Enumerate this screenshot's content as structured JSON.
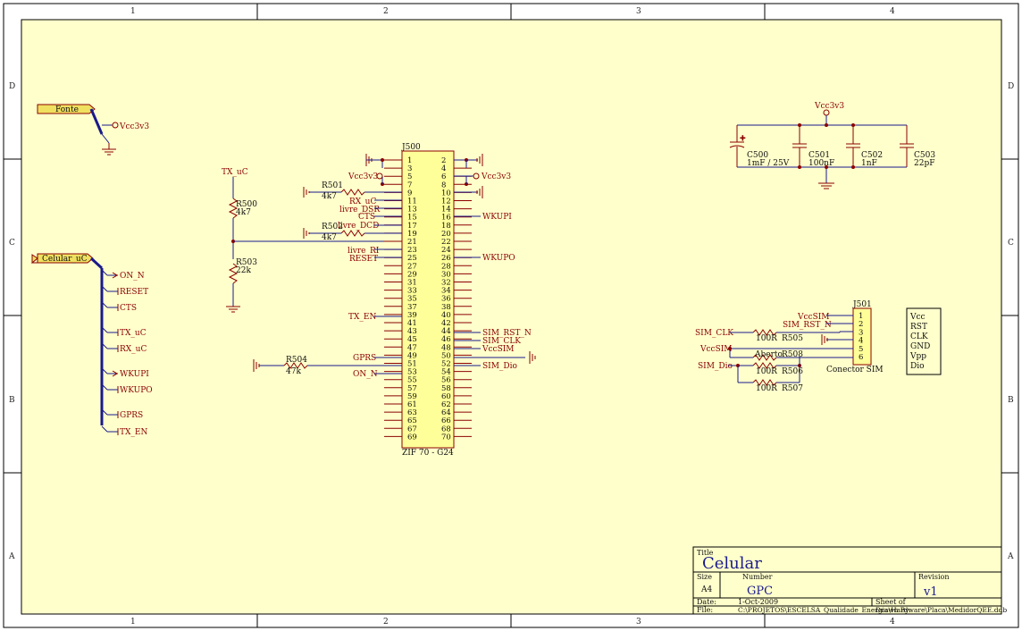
{
  "zones": {
    "columns": [
      "1",
      "2",
      "3",
      "4"
    ],
    "rows": [
      "D",
      "C",
      "B",
      "A"
    ]
  },
  "ports": {
    "fonte": "Fonte",
    "celular_uc": "Celular_uC"
  },
  "nets": {
    "vcc3v3": "Vcc3v3",
    "tx_uc": "TX_uC",
    "left_bus": [
      "ON_N",
      "RESET",
      "CTS",
      "TX_uC",
      "RX_uC",
      "WKUPI",
      "WKUPO",
      "GPRS",
      "TX_EN"
    ],
    "j500_left": [
      "RX_uC",
      "livre_DSR",
      "CTS",
      "livre_DCD",
      "livre_RI",
      "RESET",
      "TX_EN",
      "GPRS",
      "ON_N"
    ],
    "j500_right": [
      "WKUPI",
      "WKUPO",
      "SIM_RST_N",
      "SIM_CLK",
      "VccSIM",
      "SIM_Dio"
    ],
    "sim_left": [
      "SIM_CLK",
      "VccSIM",
      "SIM_Dio"
    ],
    "sim_top": [
      "VccSIM",
      "SIM_RST_N"
    ]
  },
  "j500": {
    "ref": "J500",
    "value": "ZIF 70 - G24",
    "pins_odd": [
      "1",
      "3",
      "5",
      "7",
      "9",
      "11",
      "13",
      "15",
      "17",
      "19",
      "21",
      "23",
      "25",
      "27",
      "29",
      "31",
      "33",
      "35",
      "37",
      "39",
      "41",
      "43",
      "45",
      "47",
      "49",
      "51",
      "53",
      "55",
      "57",
      "59",
      "61",
      "63",
      "65",
      "67",
      "69"
    ],
    "pins_even": [
      "2",
      "4",
      "6",
      "8",
      "10",
      "12",
      "14",
      "16",
      "18",
      "20",
      "22",
      "24",
      "26",
      "28",
      "30",
      "32",
      "34",
      "36",
      "38",
      "40",
      "42",
      "44",
      "46",
      "48",
      "50",
      "52",
      "54",
      "56",
      "58",
      "60",
      "62",
      "64",
      "66",
      "68",
      "70"
    ]
  },
  "resistors": [
    {
      "ref": "R501",
      "value": "4k7"
    },
    {
      "ref": "R502",
      "value": "4k7"
    },
    {
      "ref": "R500",
      "value": "4k7"
    },
    {
      "ref": "R503",
      "value": "22k"
    },
    {
      "ref": "R504",
      "value": "47k"
    },
    {
      "ref": "R505",
      "value": "100R"
    },
    {
      "ref": "R508",
      "value": "Aberto"
    },
    {
      "ref": "R506",
      "value": "100R"
    },
    {
      "ref": "R507",
      "value": "100R"
    }
  ],
  "capacitors": [
    {
      "ref": "C500",
      "value": "1mF / 25V"
    },
    {
      "ref": "C501",
      "value": "100nF"
    },
    {
      "ref": "C502",
      "value": "1nF"
    },
    {
      "ref": "C503",
      "value": "22pF"
    }
  ],
  "j501": {
    "ref": "J501",
    "value": "Conector SIM",
    "pins": [
      "1",
      "2",
      "3",
      "4",
      "5",
      "6"
    ]
  },
  "sim_legend": [
    "Vcc",
    "RST",
    "CLK",
    "GND",
    "Vpp",
    "Dio"
  ],
  "title_block": {
    "title_label": "Title",
    "title": "Celular",
    "size_label": "Size",
    "size": "A4",
    "number_label": "Number",
    "number": "GPC",
    "revision_label": "Revision",
    "revision": "v1",
    "date_label": "Date:",
    "date": "1-Oct-2009",
    "file_label": "File:",
    "file": "C:\\PROJETOS\\ESCELSA_Qualidade_Energia\\Hardware\\Placa\\MedidorQEE.ddb",
    "sheet_label": "Sheet   of",
    "drawn_label": "Drawn By:"
  },
  "colors": {
    "paper": "#ffffcc",
    "wire": "#1a1a8c",
    "component": "#8b0000",
    "port_fill": "#f0e060",
    "title": "#1a1a8c"
  }
}
